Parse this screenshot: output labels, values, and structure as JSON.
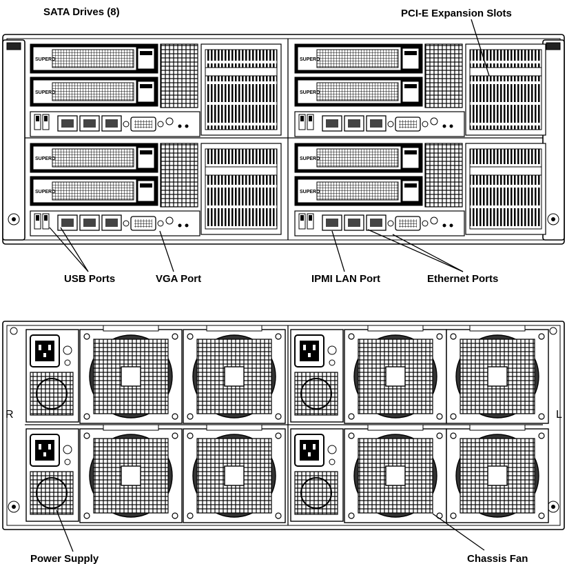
{
  "labels": {
    "sata_drives": "SATA Drives (8)",
    "pcie_slots": "PCI-E Expansion Slots",
    "usb_ports": "USB Ports",
    "vga_port": "VGA Port",
    "ipmi_lan_port": "IPMI LAN Port",
    "ethernet_ports": "Ethernet Ports",
    "power_supply": "Power Supply",
    "chassis_fan": "Chassis Fan"
  },
  "side_marks": {
    "right": "R",
    "left": "L"
  },
  "drive_tray_brand": "SUPERO"
}
